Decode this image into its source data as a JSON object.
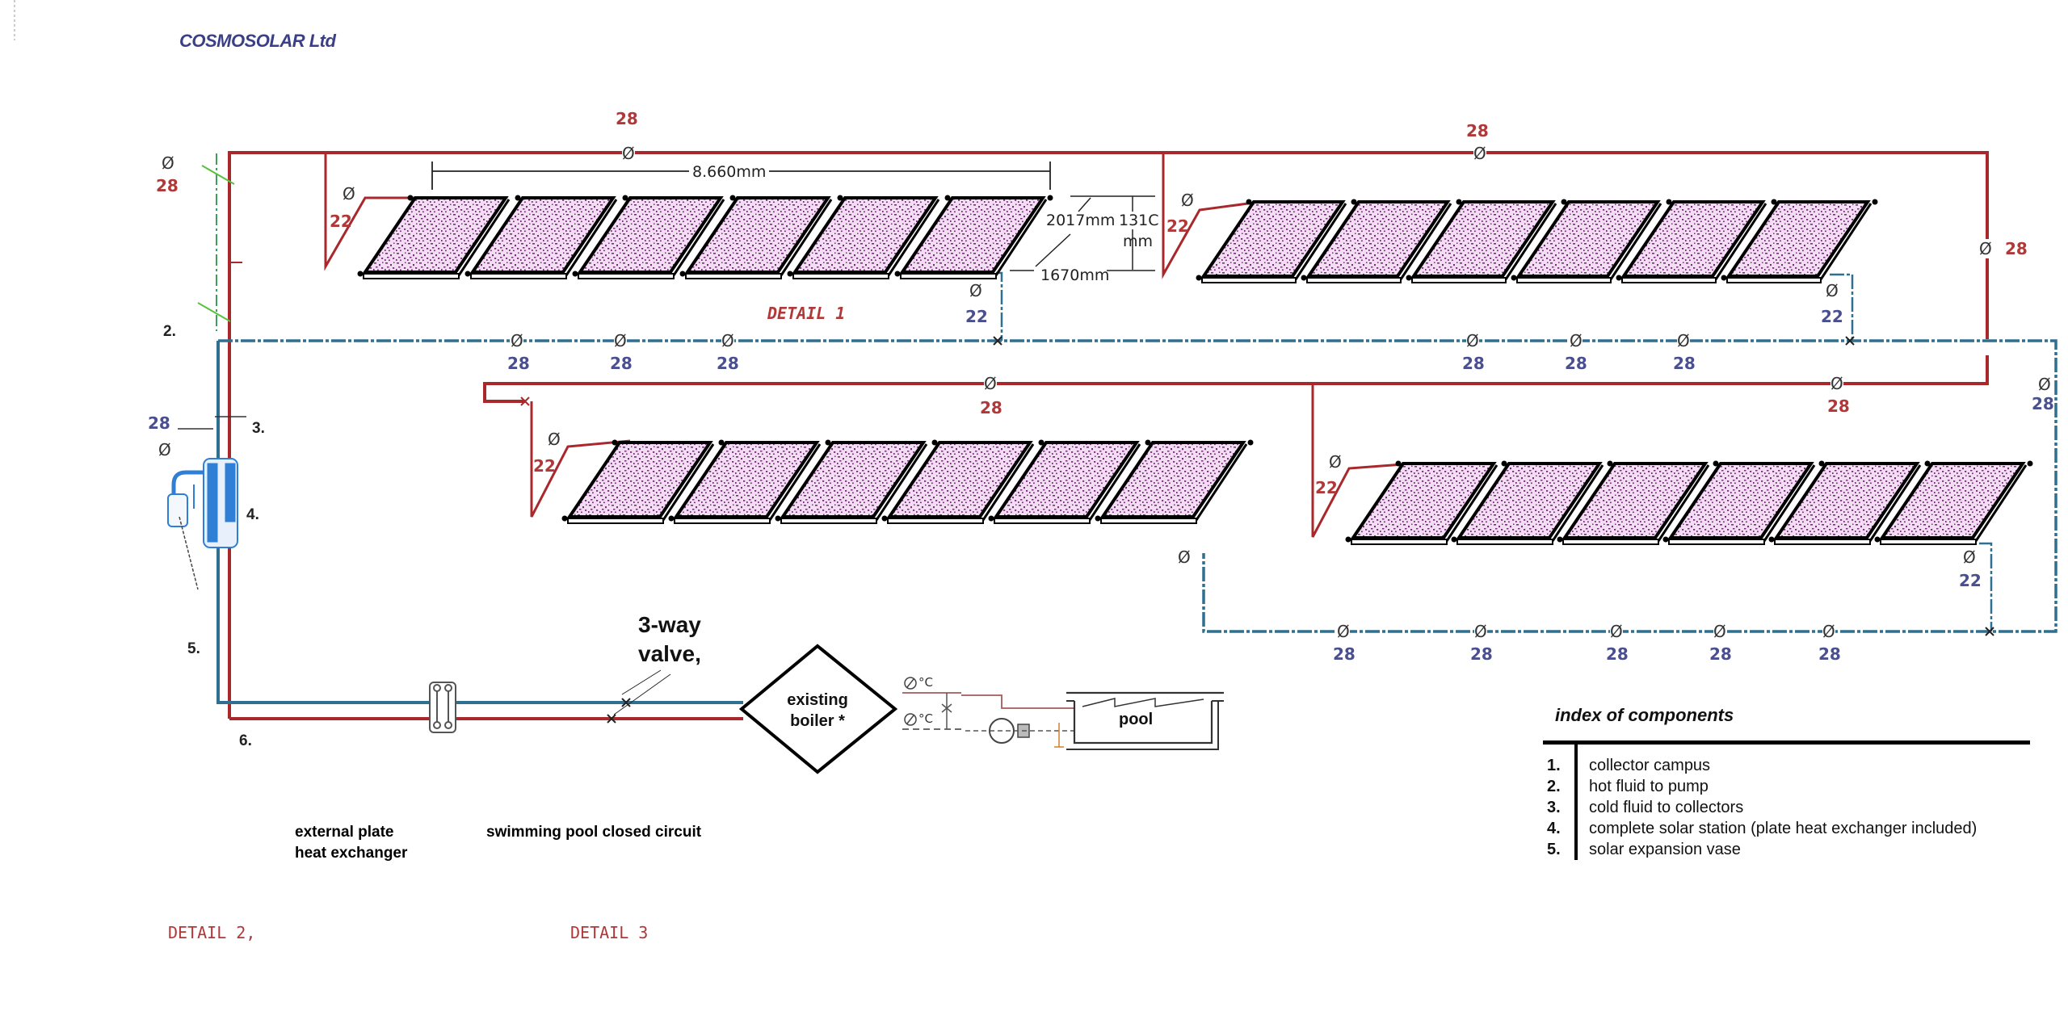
{
  "header": {
    "company": "COSMOSOLAR Ltd"
  },
  "colors": {
    "hot_pipe": "#a8282c",
    "cold_pipe": "#2f6f8f",
    "panel_fill": "#f3ddf2",
    "panel_speckle": "#7a2c7e",
    "label_red": "#b03838",
    "label_blue": "#4a4f8f",
    "safety_green": "#57c13b",
    "station_blue": "#2f7fd6"
  },
  "symbols": {
    "diameter": "Ø"
  },
  "dimensions": {
    "array_length": "8.660mm",
    "panel_diagonal": "2017mm",
    "panel_height_top": "131C",
    "panel_height_unit": "mm",
    "panel_width": "1670mm"
  },
  "pipe_labels": {
    "top_left_main": "28",
    "top_right_main": "28",
    "left_riser": "28",
    "right_riser": "28",
    "branch_tl": "22",
    "branch_tr": "22",
    "branch_ml": "22",
    "branch_mr": "22",
    "return_tl": "22",
    "return_tr": "22",
    "return_br": "22",
    "mid_red_left": "28",
    "mid_red_right": "28",
    "blue_top": [
      "28",
      "28",
      "28",
      "28",
      "28",
      "28"
    ],
    "blue_right": "28",
    "blue_left": "28",
    "blue_bottom": [
      "28",
      "28",
      "28",
      "28",
      "28"
    ]
  },
  "callouts": {
    "n2": "2.",
    "n3": "3.",
    "n4": "4.",
    "n5": "5.",
    "n6": "6."
  },
  "details": {
    "detail1": "DETAIL 1",
    "detail2": "DETAIL 2,",
    "detail3": "DETAIL 3"
  },
  "annotations": {
    "valve_line1": "3-way",
    "valve_line2": "valve,",
    "boiler_line1": "existing",
    "boiler_line2": "boiler *",
    "pool": "pool",
    "temp_unit": "°C",
    "heat_exchanger_line1": "external plate",
    "heat_exchanger_line2": "heat exchanger",
    "pool_circuit": "swimming pool closed circuit"
  },
  "arrays": [
    {
      "name": "top-left",
      "panel_count": 6
    },
    {
      "name": "top-right",
      "panel_count": 6
    },
    {
      "name": "bottom-left",
      "panel_count": 6
    },
    {
      "name": "bottom-right",
      "panel_count": 6
    }
  ],
  "index": {
    "title": "index of components",
    "items": [
      {
        "num": "1.",
        "text": "collector campus"
      },
      {
        "num": "2.",
        "text": "hot fluid to pump"
      },
      {
        "num": "3.",
        "text": "cold fluid to collectors"
      },
      {
        "num": "4.",
        "text": "complete solar station (plate heat exchanger included)"
      },
      {
        "num": "5.",
        "text": "solar expansion vase"
      }
    ]
  }
}
